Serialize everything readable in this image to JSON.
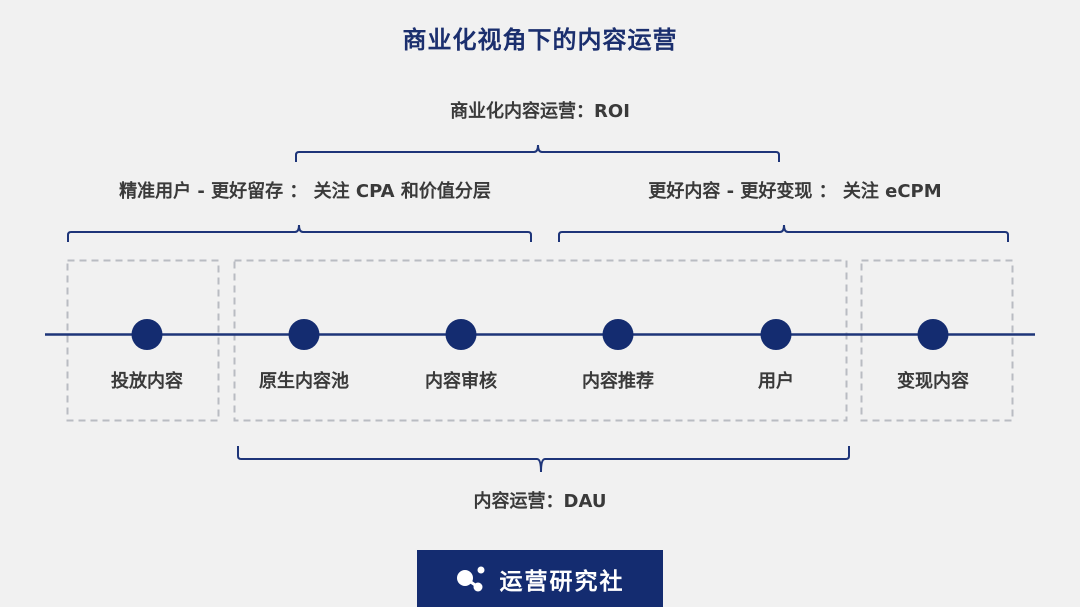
{
  "title": "商业化视角下的内容运营",
  "top_bracket": {
    "label": "商业化内容运营：ROI"
  },
  "mid_brackets": [
    {
      "label": "精准用户 - 更好留存 ： 关注 CPA 和价值分层"
    },
    {
      "label": "更好内容 - 更好变现 ： 关注 eCPM"
    }
  ],
  "bottom_bracket": {
    "label": "内容运营：DAU"
  },
  "nodes": [
    {
      "label": "投放内容"
    },
    {
      "label": "原生内容池"
    },
    {
      "label": "内容审核"
    },
    {
      "label": "内容推荐"
    },
    {
      "label": "用户"
    },
    {
      "label": "变现内容"
    }
  ],
  "logo": {
    "icon": "molecule-icon",
    "text": "运营研究社"
  },
  "colors": {
    "primary": "#142c70",
    "text": "#3a3a3a",
    "dashed_box": "#b9bcc2",
    "background": "#f1f1f1"
  }
}
